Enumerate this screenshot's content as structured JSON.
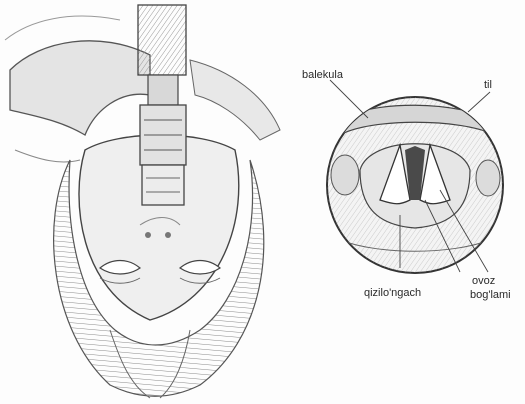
{
  "labels": {
    "balekula": "balekula",
    "til": "til",
    "ovoz_line1": "ovoz",
    "ovoz_line2": "bog'lami",
    "qizilongach": "qizilo'ngach"
  }
}
